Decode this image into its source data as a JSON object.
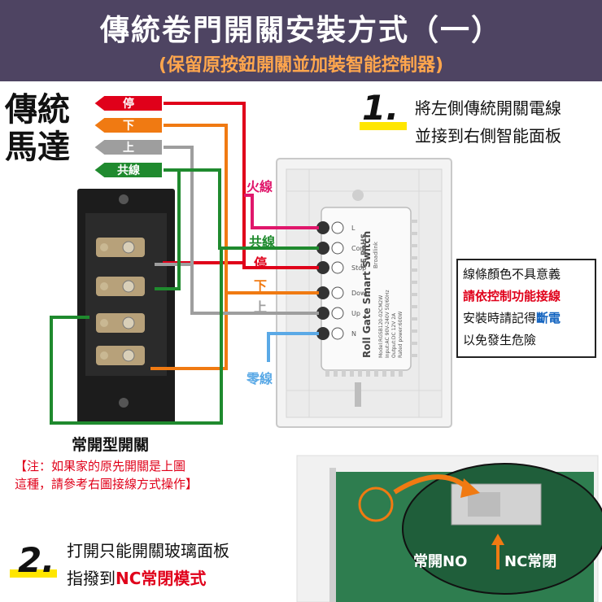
{
  "header": {
    "title": "傳統卷門開關安裝方式（一）",
    "subtitle": "(保留原按鈕開關並加裝智能控制器)"
  },
  "motor": {
    "title_line1": "傳統",
    "title_line2": "馬達"
  },
  "wire_tags": [
    {
      "label": "停",
      "color": "#e0001a"
    },
    {
      "label": "下",
      "color": "#f07a12"
    },
    {
      "label": "上",
      "color": "#9e9e9e"
    },
    {
      "label": "共線",
      "color": "#1f8a2e"
    }
  ],
  "step1": {
    "number": "1.",
    "line1": "將左側傳統開關電線",
    "line2": "並接到右側智能面板"
  },
  "panel_wire_labels": {
    "live": "火線",
    "common": "共線",
    "stop": "停",
    "down": "下",
    "up": "上",
    "neutral": "零線"
  },
  "module": {
    "name": "Roll Gate Smart Switch",
    "model": "Model:RGSB120-02CM2W",
    "input": "Input:AC 90V-240V 50/60Hz",
    "output": "Output:DC 12V 2A",
    "rated": "Rated power:600W",
    "terminals": [
      "L",
      "Com",
      "Stop",
      "Down",
      "Up",
      "N"
    ],
    "cert": "CE RoHS",
    "brand": "Broadlink"
  },
  "warning": {
    "line1": "線條顏色不具意義",
    "line2": "請依控制功能接線",
    "line3_pre": "安裝時請記得",
    "line3_em": "斷電",
    "line4": "以免發生危險"
  },
  "switch_caption": "常開型開關",
  "note": {
    "line1": "【注：如果家的原先開關是上圖",
    "line2": "這種，請參考右圖接線方式操作】"
  },
  "step2": {
    "number": "2.",
    "line1": "打開只能開關玻璃面板",
    "line2_pre": "指撥到",
    "line2_em": "NC常閉模式"
  },
  "pcb": {
    "label_no": "常開NO",
    "label_nc": "NC常閉"
  },
  "colors": {
    "header_bg": "#4e4462",
    "subtitle": "#ffa64d",
    "stop": "#e0001a",
    "down": "#f07a12",
    "up": "#9e9e9e",
    "common": "#1f8a2e",
    "live": "#e0176b",
    "neutral": "#5aa9e6"
  }
}
